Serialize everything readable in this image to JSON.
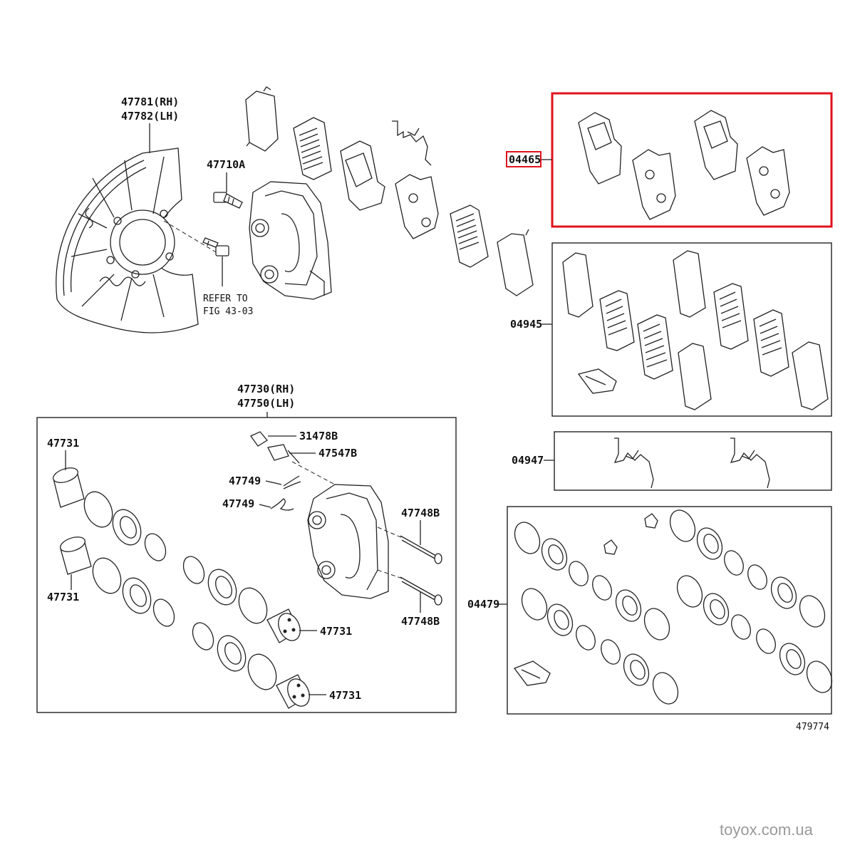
{
  "diagram": {
    "labels": {
      "shield_rh": "47781(RH)",
      "shield_lh": "47782(LH)",
      "bolt": "47710A",
      "refer_1": "REFER TO",
      "refer_2": "FIG 43-03",
      "caliper_rh": "47730(RH)",
      "caliper_lh": "47750(LH)",
      "piston_a": "47731",
      "piston_b": "47731",
      "piston_c": "47731",
      "piston_d": "47731",
      "bleeder_cap": "31478B",
      "bleeder_plug": "47547B",
      "clip_a": "47749",
      "clip_b": "47749",
      "pin_a": "47748B",
      "pin_b": "47748B",
      "pad_kit": "04465",
      "shim_kit": "04945",
      "spring_kit": "04947",
      "seal_kit": "04479",
      "figure_no": "479774"
    },
    "highlight_color": "#e0121c",
    "highlighted_part": "04465"
  },
  "watermark": "toyox.com.ua"
}
